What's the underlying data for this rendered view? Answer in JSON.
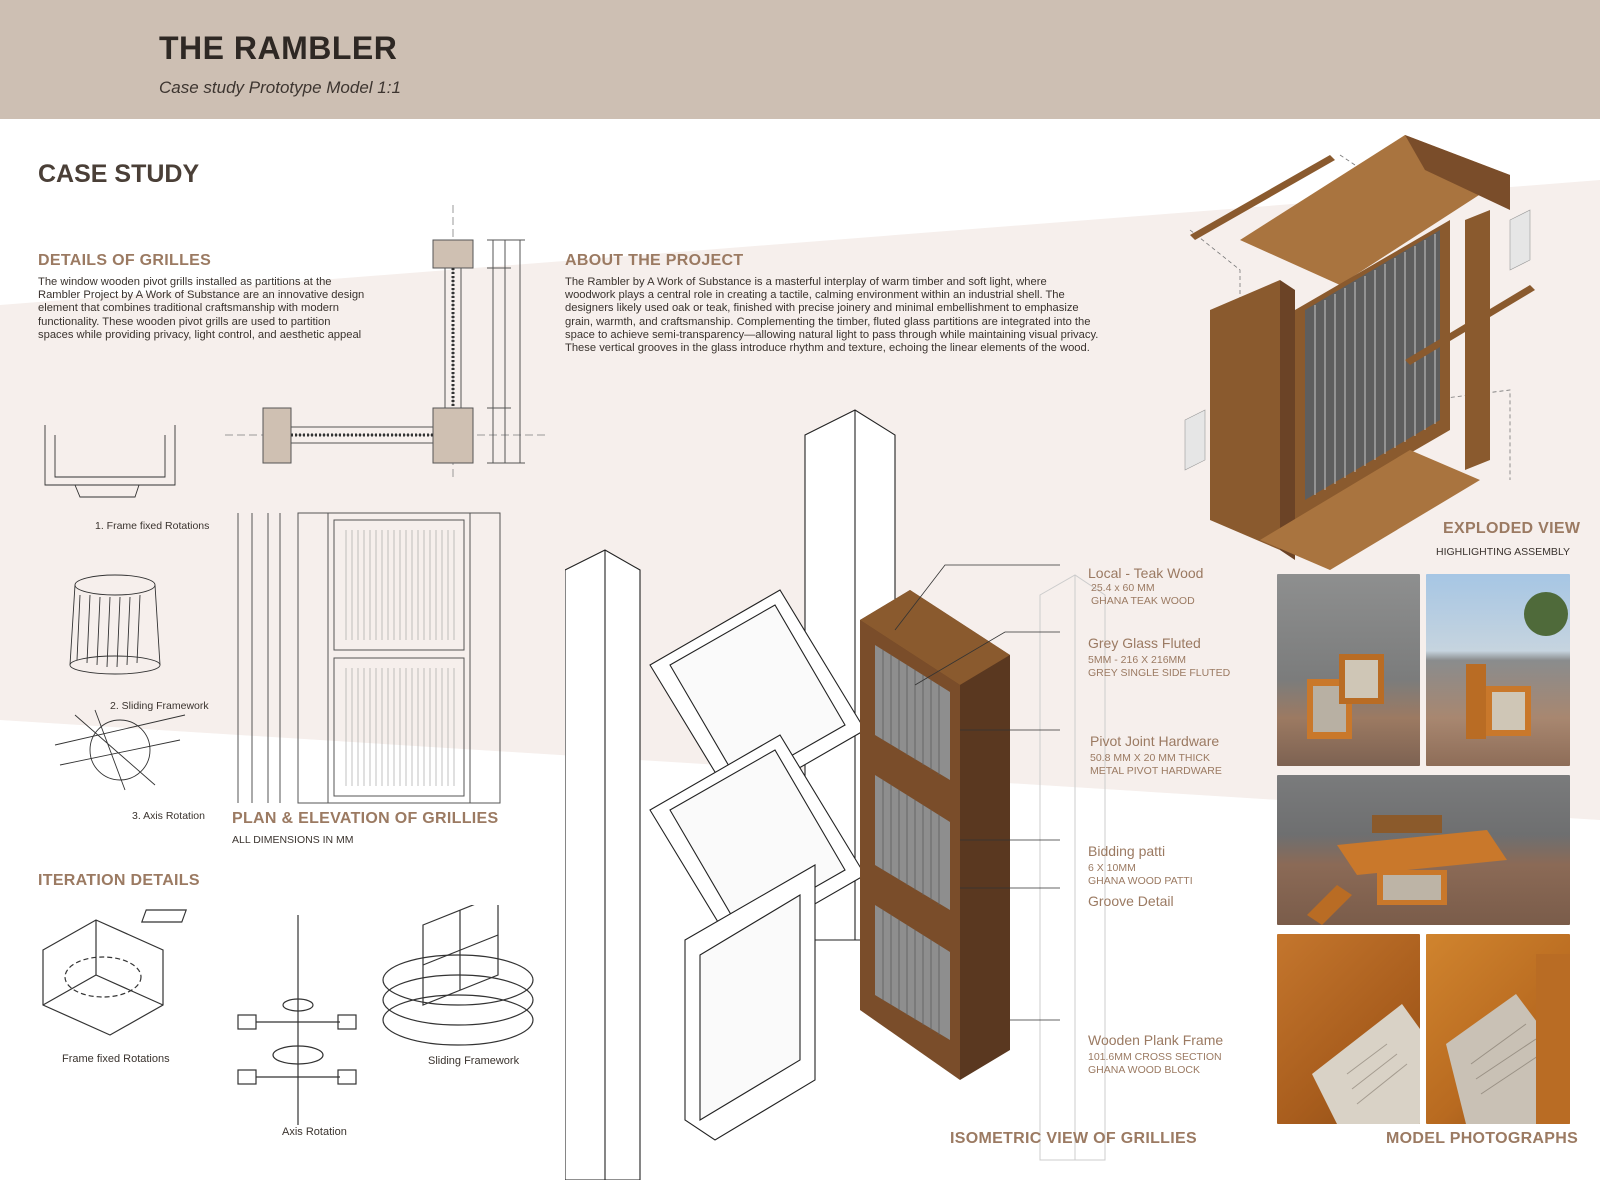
{
  "header": {
    "title": "THE RAMBLER",
    "subtitle": "Case study Prototype Model 1:1"
  },
  "case_study": {
    "heading": "CASE STUDY"
  },
  "details_of_grilles": {
    "heading": "DETAILS OF GRILLES",
    "body": "The window wooden pivot grills installed as partitions at the Rambler Project by A Work of Substance are an innovative design element that combines traditional craftsmanship with modern functionality. These wooden pivot grills are used to partition spaces while providing privacy, light control, and aesthetic appeal"
  },
  "about_project": {
    "heading": "ABOUT THE PROJECT",
    "body": "The Rambler by A Work of Substance is a masterful interplay of warm timber and soft light, where woodwork plays a central role in creating a tactile, calming environment within an industrial shell. The designers likely used oak or teak, finished with precise joinery and minimal embellishment to emphasize grain, warmth, and craftsmanship. Complementing the timber, fluted glass partitions are integrated into the space to achieve semi-transparency—allowing natural light to pass through while maintaining visual privacy. These vertical grooves in the glass introduce rhythm and texture, echoing the linear elements of the wood."
  },
  "sketches": {
    "caption1": "1. Frame fixed Rotations",
    "caption2": "2. Sliding Framework",
    "caption3": "3. Axis Rotation"
  },
  "plan_elevation": {
    "heading": "PLAN & ELEVATION OF GRILLIES",
    "note": "ALL DIMENSIONS IN MM"
  },
  "iteration": {
    "heading": "ITERATION DETAILS",
    "cap_frame": "Frame fixed Rotations",
    "cap_axis": "Axis Rotation",
    "cap_sliding": "Sliding Framework"
  },
  "isometric": {
    "heading": "ISOMETRIC VIEW OF GRILLIES",
    "callouts": [
      {
        "label": "Local - Teak Wood",
        "sub1": "25.4 x 60 MM",
        "sub2": "GHANA TEAK WOOD"
      },
      {
        "label": "Grey Glass Fluted",
        "sub1": "5MM - 216 X 216MM",
        "sub2": "GREY SINGLE SIDE FLUTED"
      },
      {
        "label": "Pivot Joint Hardware",
        "sub1": "50.8 MM  X 20 MM THICK",
        "sub2": "METAL PIVOT HARDWARE"
      },
      {
        "label": "Bidding patti",
        "sub1": "6 X 10MM",
        "sub2": "GHANA WOOD PATTI"
      },
      {
        "label": "Groove Detail",
        "sub1": "",
        "sub2": ""
      },
      {
        "label": "Wooden Plank Frame",
        "sub1": "101.6MM  CROSS SECTION",
        "sub2": "GHANA WOOD BLOCK"
      }
    ]
  },
  "exploded": {
    "heading": "EXPLODED VIEW",
    "sub": "HIGHLIGHTING ASSEMBLY"
  },
  "photos": {
    "heading": "MODEL PHOTOGRAPHS"
  },
  "colors": {
    "header_bg": "#cdbfb3",
    "accent": "#9b7a62",
    "wood": "#8a5a2e",
    "wood_light": "#a9743f"
  }
}
